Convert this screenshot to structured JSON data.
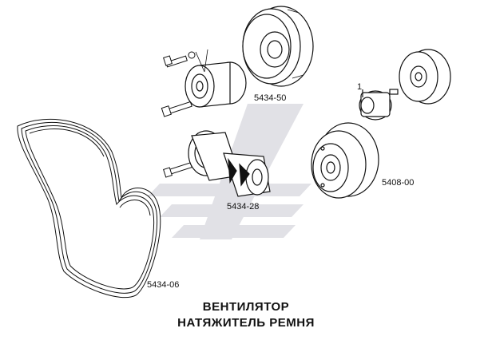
{
  "parts": {
    "belt": "5434-06",
    "tensioner": "5434-28",
    "pulley_large": "5434-50",
    "pulley_right": "5408-00",
    "item_small": "1"
  },
  "caption": {
    "line1": "ВЕНТИЛЯТОР",
    "line2": "НАТЯЖИТЕЛЬ РЕМНЯ"
  },
  "colors": {
    "ink": "#111111",
    "watermark": "#d9d9df"
  }
}
